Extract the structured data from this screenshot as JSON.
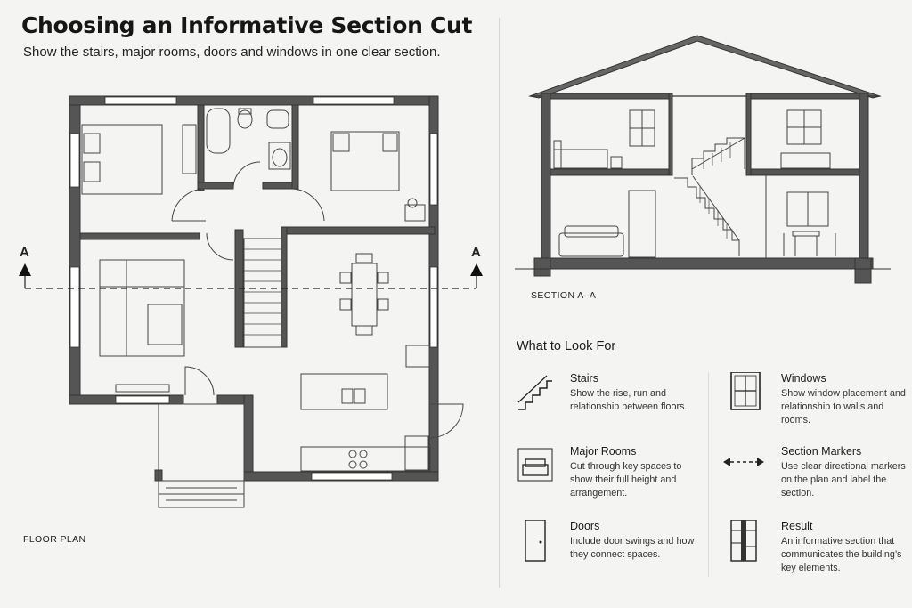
{
  "header": {
    "title": "Choosing an Informative Section Cut",
    "subtitle": "Show the stairs, major rooms, doors and windows in one clear section."
  },
  "plan": {
    "caption": "FLOOR PLAN",
    "marker_left": "A",
    "marker_right": "A"
  },
  "section_view": {
    "caption": "SECTION A–A"
  },
  "legend": {
    "title": "What to Look For",
    "items": [
      {
        "icon": "stairs-icon",
        "title": "Stairs",
        "desc": "Show the rise, run and relationship between floors."
      },
      {
        "icon": "sofa-icon",
        "title": "Major Rooms",
        "desc": "Cut through key spaces to show their full height and arrangement."
      },
      {
        "icon": "door-icon",
        "title": "Doors",
        "desc": "Include door swings and how they connect spaces."
      },
      {
        "icon": "window-icon",
        "title": "Windows",
        "desc": "Show window placement and relationship to walls and rooms."
      },
      {
        "icon": "double-arrow-icon",
        "title": "Section Markers",
        "desc": "Use clear directional markers on the plan and label the section."
      },
      {
        "icon": "result-section-icon",
        "title": "Result",
        "desc": "An informative section that communicates the building’s key elements."
      }
    ]
  }
}
